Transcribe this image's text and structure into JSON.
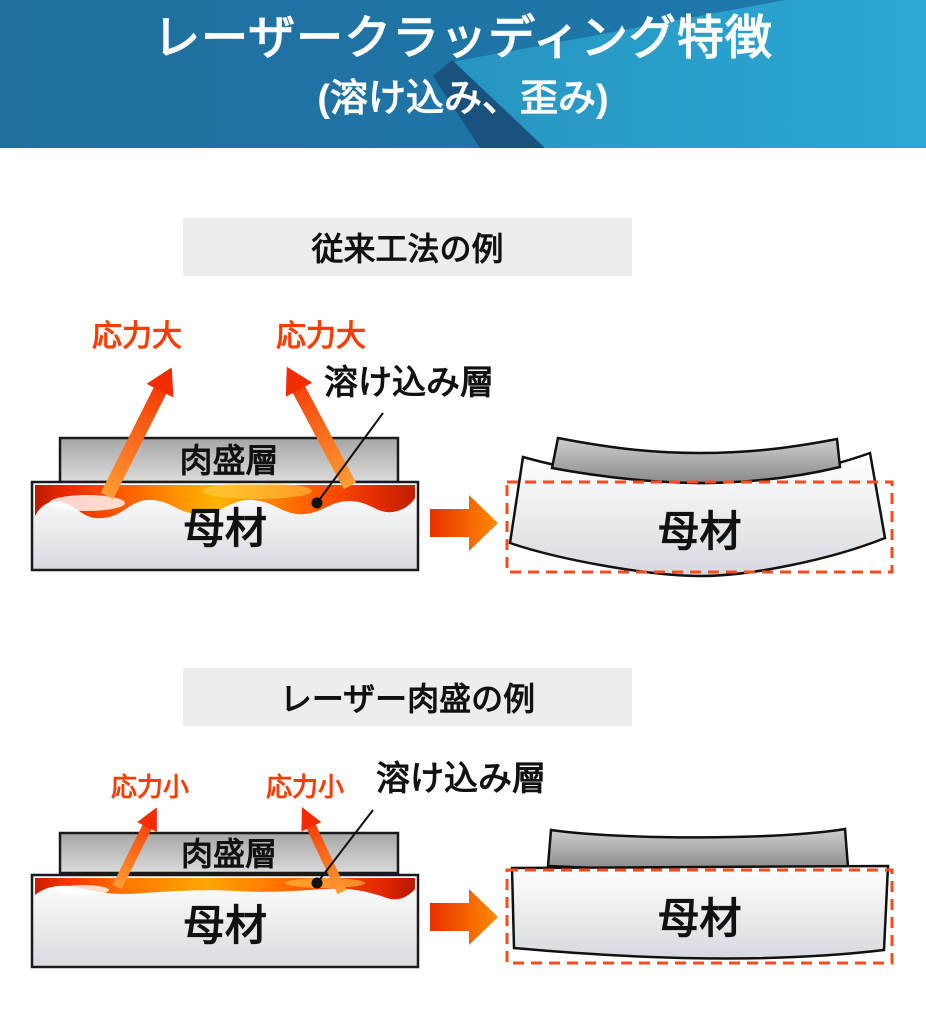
{
  "header": {
    "title": "レーザークラッディング特徴",
    "subtitle": "(溶け込み、歪み)"
  },
  "sections": [
    {
      "title": "従来工法の例",
      "before": {
        "stress_label_left": "応力大",
        "stress_label_right": "応力大",
        "melt_label": "溶け込み層",
        "overlay_label": "肉盛層",
        "base_label": "母材"
      },
      "after": {
        "base_label": "母材"
      }
    },
    {
      "title": "レーザー肉盛の例",
      "before": {
        "stress_label_left": "応力小",
        "stress_label_right": "応力小",
        "melt_label": "溶け込み層",
        "overlay_label": "肉盛層",
        "base_label": "母材"
      },
      "after": {
        "base_label": "母材"
      }
    }
  ],
  "colors": {
    "header_blue": "#1e76a8",
    "header_cyan": "#2aa2cc",
    "header_fold_dark": "#1a527e",
    "stress_text": "#ff3c00",
    "melt_hot_core": "#ffb400",
    "melt_edge_red": "#c81e00",
    "dashed_outline": "#ff4a1e",
    "section_band_bg": "#ededed",
    "box_border": "#1a1a1a"
  }
}
